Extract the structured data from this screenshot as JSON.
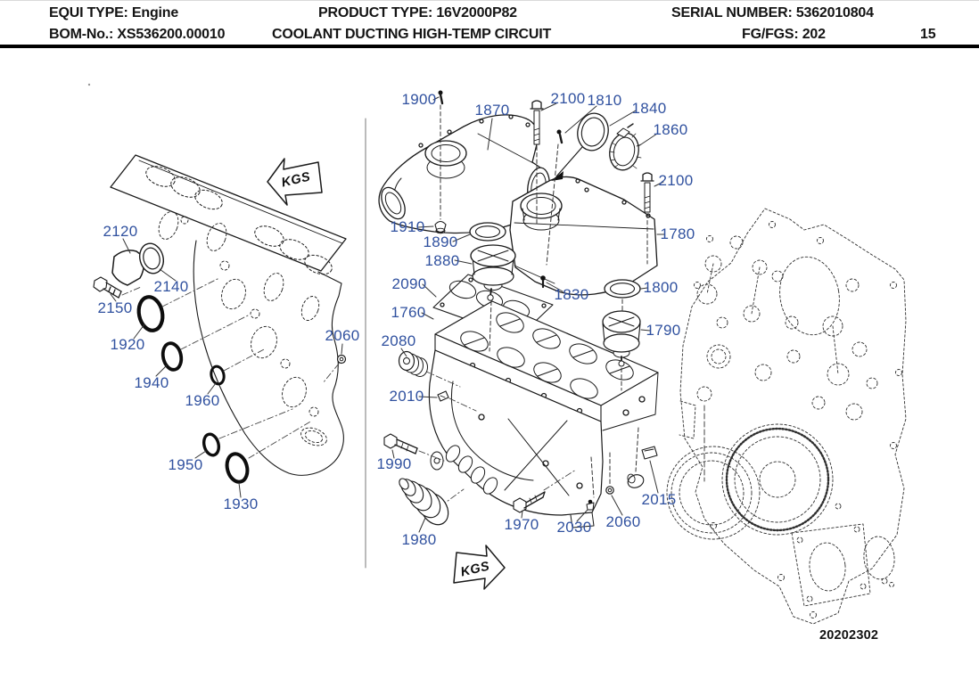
{
  "header": {
    "equi_type": "EQUI TYPE: Engine",
    "product_type": "PRODUCT TYPE: 16V2000P82",
    "serial_number": "SERIAL NUMBER: 5362010804",
    "bom_no": "BOM-No.: XS536200.00010",
    "drawing_title": "COOLANT DUCTING HIGH-TEMP CIRCUIT",
    "fg_fgs": "FG/FGS: 202",
    "page_number": "15"
  },
  "diagram": {
    "figure_number": "20202302",
    "direction_marker": "KGS",
    "part_label_color": "#30519f",
    "parts": [
      "1900",
      "1870",
      "2100",
      "1810",
      "1840",
      "1860",
      "2100",
      "1780",
      "1800",
      "1790",
      "1910",
      "1890",
      "1880",
      "2090",
      "1760",
      "2080",
      "2010",
      "1990",
      "1980",
      "1970",
      "2030",
      "2060",
      "2015",
      "1830",
      "2120",
      "2140",
      "2150",
      "1920",
      "1940",
      "1960",
      "1950",
      "1930",
      "2060"
    ]
  }
}
